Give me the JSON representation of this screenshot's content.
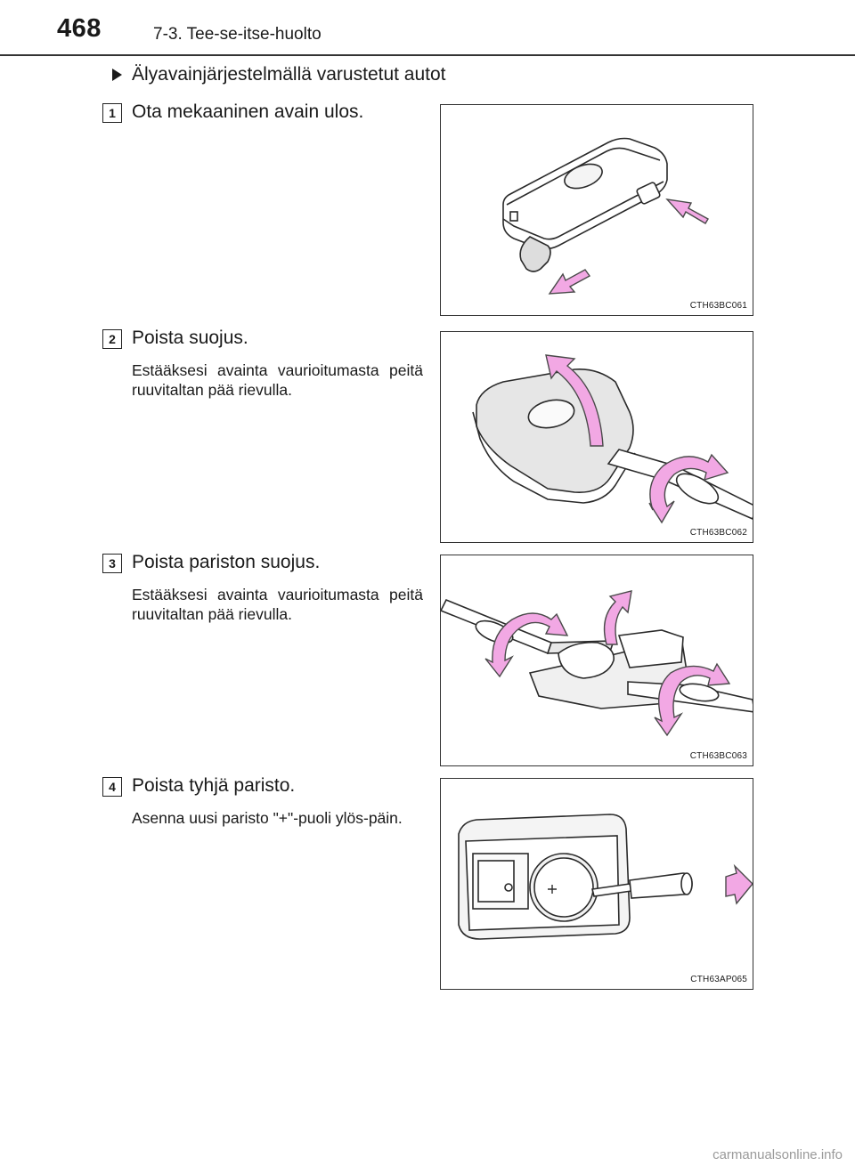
{
  "header": {
    "page_number": "468",
    "section": "7-3. Tee-se-itse-huolto"
  },
  "subheading": "Älyavainjärjestelmällä varustetut autot",
  "steps": [
    {
      "number": "1",
      "title": "Ota mekaaninen avain ulos.",
      "note": "",
      "figure_code": "CTH63BC061"
    },
    {
      "number": "2",
      "title": "Poista suojus.",
      "note": "Estääksesi avainta vaurioitumasta peitä ruuvitaltan pää rievulla.",
      "figure_code": "CTH63BC062"
    },
    {
      "number": "3",
      "title": "Poista pariston suojus.",
      "note": "Estääksesi avainta vaurioitumasta peitä ruuvitaltan pää rievulla.",
      "figure_code": "CTH63BC063"
    },
    {
      "number": "4",
      "title": "Poista tyhjä paristo.",
      "note": "Asenna uusi paristo \"+\"-puoli ylös-päin.",
      "figure_code": "CTH63AP065"
    }
  ],
  "watermark": "carmanualsonline.info",
  "colors": {
    "arrow_fill": "#f2a8e4",
    "arrow_stroke": "#4a4a4a",
    "line": "#2a2a2a"
  }
}
